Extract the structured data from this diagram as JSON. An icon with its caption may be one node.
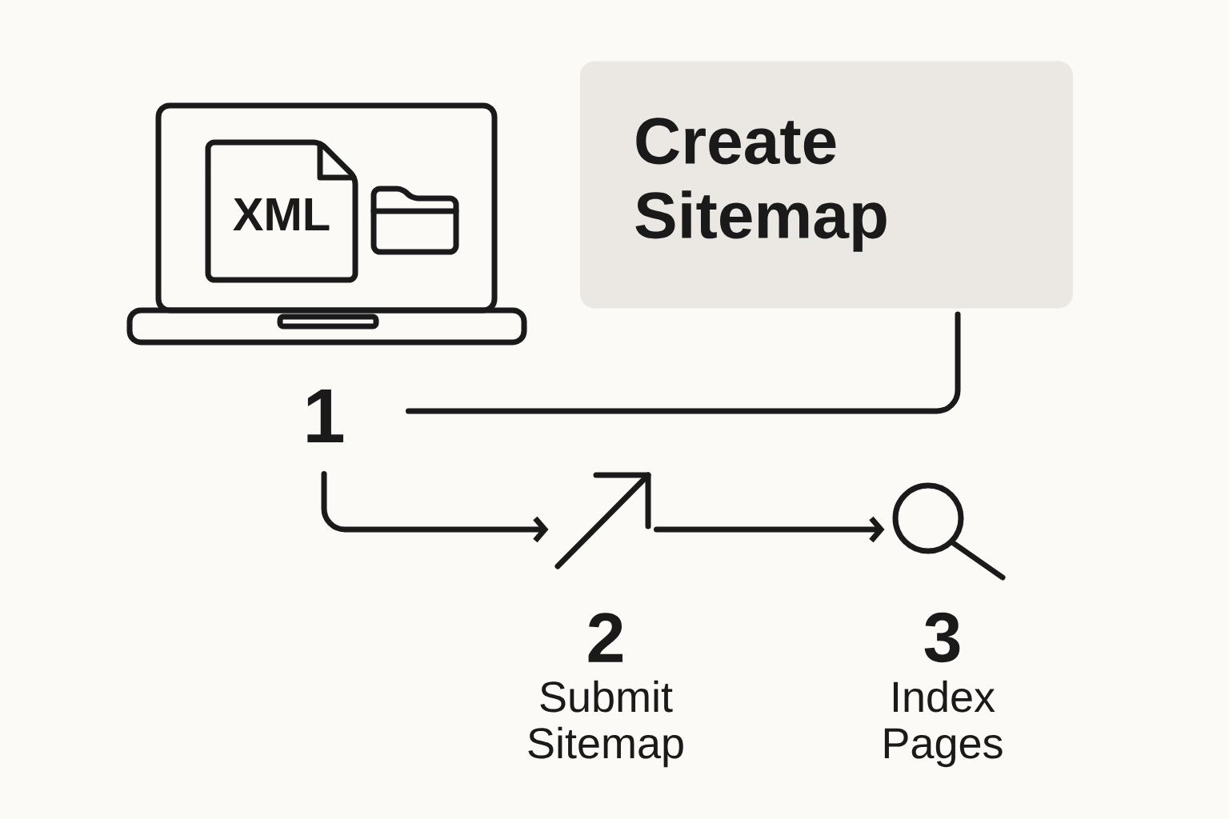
{
  "diagram": {
    "nodes": [
      {
        "text": [],
        "shape": "picture"
      },
      {
        "text": [
          "Create Sitemap"
        ]
      },
      {
        "text": [
          "1"
        ]
      },
      {
        "text": [],
        "shape": "picture",
        "beside": [
          "2",
          "Submit Sitemap"
        ]
      },
      {
        "text": [],
        "shape": "picture",
        "beside": [
          "3",
          "Index Pages"
        ]
      }
    ],
    "edges": [
      {
        "from": 1,
        "to": 2,
        "arrow": "none"
      },
      {
        "from": 2,
        "to": 3,
        "arrow": "to"
      },
      {
        "from": 3,
        "to": 4,
        "arrow": "to"
      }
    ],
    "labels": [
      "XML"
    ]
  }
}
